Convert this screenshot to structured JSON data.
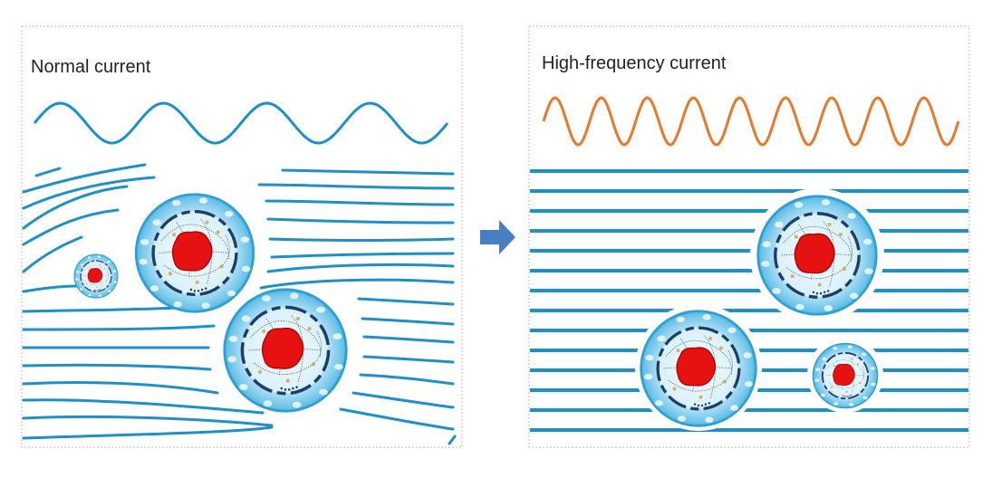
{
  "panels": [
    {
      "title": "Normal current",
      "wave_color": "#1e90c8",
      "wave_cycles": 4
    },
    {
      "title": "High-frequency current",
      "wave_color": "#e8782a",
      "wave_cycles": 9
    }
  ],
  "colors": {
    "field_line": "#1e90c8",
    "arrow": "#4a7ec2",
    "panel_border": "#bbbbbb",
    "cell_membrane": "#2e9fd0",
    "cell_fill": "#bfe6f7",
    "nucleus": "#e61212",
    "nucleus_ring": "#1d3f66"
  },
  "icons": {
    "transition": "right-arrow-icon",
    "cell": "cell-icon"
  }
}
